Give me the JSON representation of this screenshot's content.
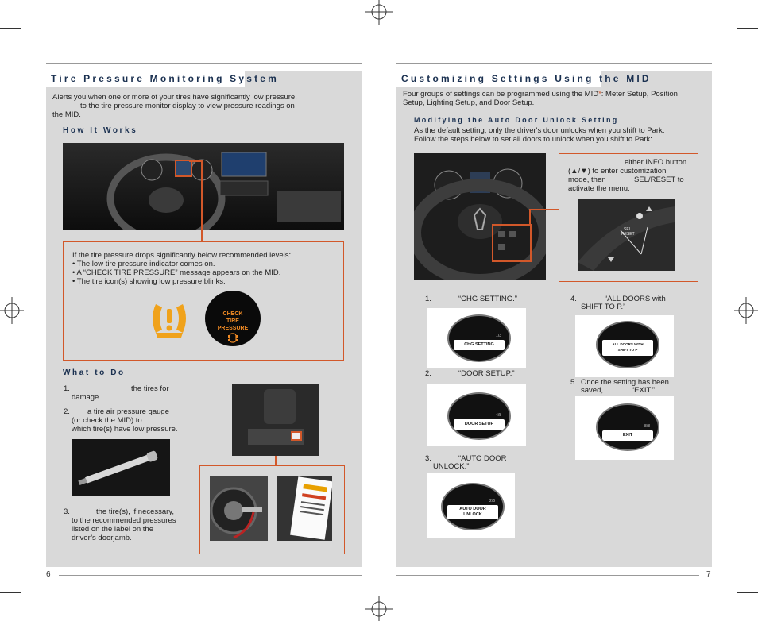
{
  "left": {
    "header": "Tire Pressure Monitoring System",
    "intro_line1": "Alerts you when one or more of your tires have significantly low pressure.",
    "intro_line2": "to the tire pressure monitor display to view pressure readings on",
    "intro_line3": "the MID.",
    "how_heading": "How It Works",
    "callout_intro": "If the tire pressure drops significantly below recommended levels:",
    "callout_items": [
      "• The low tire pressure indicator comes on.",
      "• A “CHECK TIRE PRESSURE” message appears on the MID.",
      "• The tire icon(s) showing low pressure blinks."
    ],
    "mid_message": [
      "CHECK",
      "TIRE",
      "PRESSURE"
    ],
    "what_heading": "What to Do",
    "step1_a": "1.",
    "step1_b": "the tires for",
    "step1_c": "damage.",
    "step2_a": "2.",
    "step2_b": "a tire air pressure gauge",
    "step2_c": "(or check the MID) to",
    "step2_d": "which tire(s) have low pressure.",
    "step3_a": "3.",
    "step3_b": "the tire(s), if necessary,",
    "step3_c": "to the recommended pressures",
    "step3_d": "listed on the label on the",
    "step3_e": "driver’s doorjamb.",
    "page_number": "6"
  },
  "right": {
    "header": "Customizing Settings Using the MID",
    "intro_a": "Four groups of settings can be programmed using the MID",
    "intro_star": "*",
    "intro_b": ": Meter Setup, Position",
    "intro_c": "Setup, Lighting Setup, and Door Setup.",
    "sub_heading": "Modifying the Auto Door Unlock Setting",
    "sub_line1": "As the default setting, only the driver's door unlocks when you shift to Park.",
    "sub_line2": "Follow the steps below to set all doors to unlock when you shift to Park:",
    "callout_line1": "either INFO button",
    "callout_line2": "(▲/▼) to enter customization",
    "callout_line3": "mode, then",
    "callout_line3b": "SEL/RESET to",
    "callout_line4": "activate the menu.",
    "button_label": [
      "SEL",
      "RESET"
    ],
    "step1_num": "1.",
    "step1_txt": "“CHG SETTING.”",
    "step2_num": "2.",
    "step2_txt": "“DOOR SETUP.”",
    "step3_num": "3.",
    "step3_txt": "“AUTO DOOR",
    "step3_txt2": "UNLOCK.”",
    "step4_num": "4.",
    "step4_txt": "“ALL DOORS with",
    "step4_txt2": "SHIFT TO P.”",
    "step5_num": "5.",
    "step5_txt": "Once the setting has been",
    "step5_txt2": "saved,",
    "step5_txt3": "“EXIT.”",
    "screen1": [
      "CHG SETTING",
      "1/3"
    ],
    "screen2": [
      "DOOR SETUP",
      "4/8"
    ],
    "screen3": [
      "AUTO DOOR",
      "UNLOCK",
      "2/6"
    ],
    "screen4": [
      "ALL DOORS WITH",
      "SHIFT TO P"
    ],
    "screen5": [
      "EXIT",
      "8/8"
    ],
    "page_number": "7"
  },
  "colors": {
    "accent": "#d2582a",
    "heading": "#1a3050",
    "panel": "#d9d9d9"
  }
}
